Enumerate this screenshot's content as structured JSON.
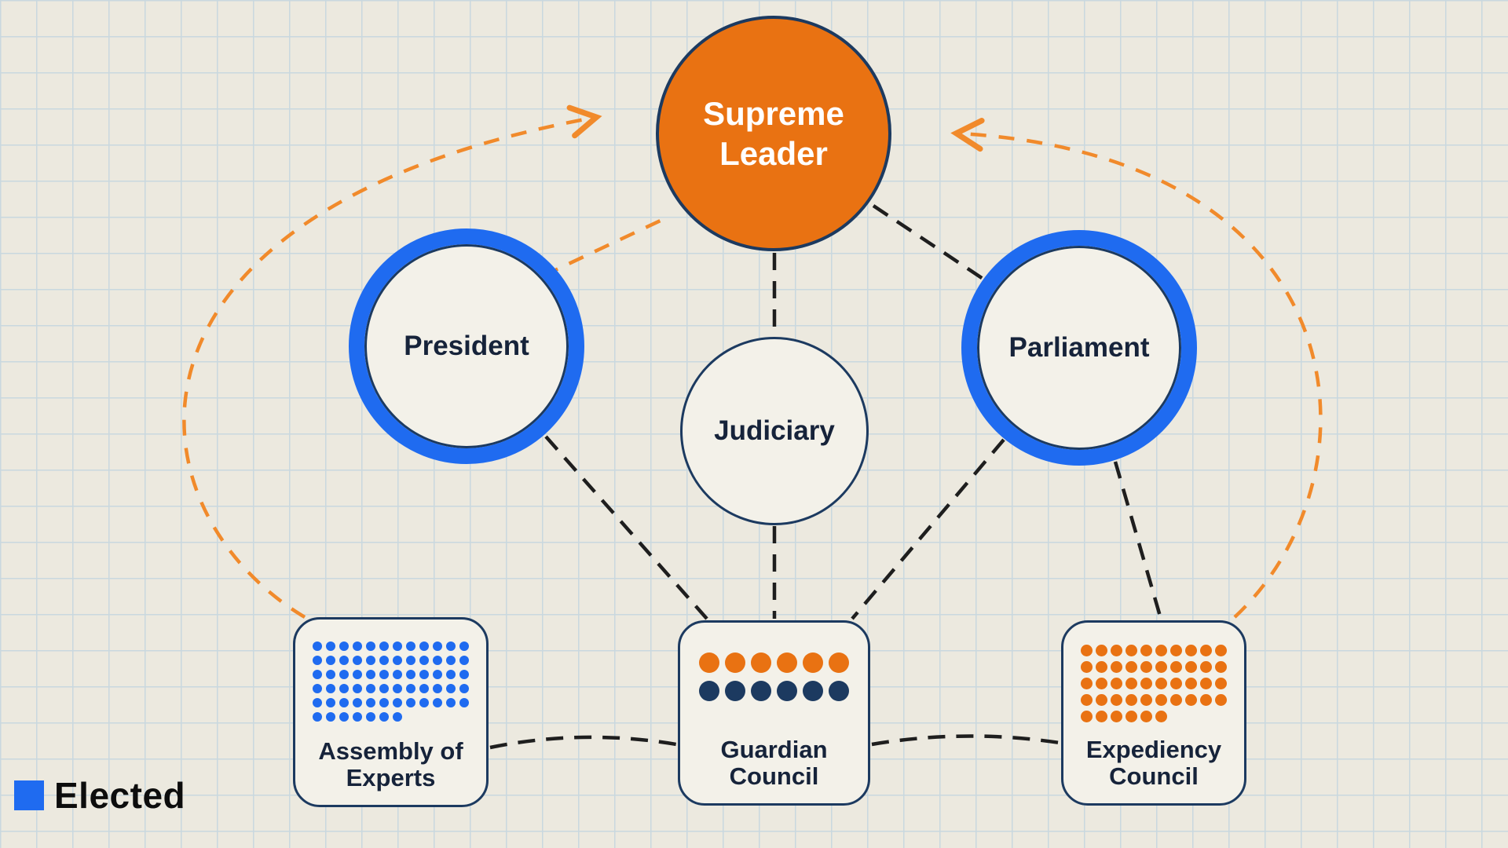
{
  "colors": {
    "orange": "#E97212",
    "orange_arrow": "#F18A2B",
    "blue": "#1F6BF0",
    "navy": "#1C3A60",
    "line_black": "#1E1E1E",
    "background": "#ECE9DF",
    "grid_line": "#C9D8DF",
    "node_fill": "#F3F1E9",
    "text_dark": "#16233A"
  },
  "nodes": {
    "supreme_leader": {
      "line1": "Supreme",
      "line2": "Leader"
    },
    "president": {
      "label": "President"
    },
    "parliament": {
      "label": "Parliament"
    },
    "judiciary": {
      "label": "Judiciary"
    },
    "assembly_of_experts": {
      "line1": "Assembly of",
      "line2": "Experts",
      "dot_rows": [
        {
          "count": 12,
          "color": "#1F6BF0"
        },
        {
          "count": 12,
          "color": "#1F6BF0"
        },
        {
          "count": 12,
          "color": "#1F6BF0"
        },
        {
          "count": 12,
          "color": "#1F6BF0"
        },
        {
          "count": 12,
          "color": "#1F6BF0"
        },
        {
          "count": 7,
          "color": "#1F6BF0"
        }
      ]
    },
    "guardian_council": {
      "line1": "Guardian",
      "line2": "Council",
      "dot_rows": [
        {
          "count": 6,
          "color": "#E97212"
        },
        {
          "count": 6,
          "color": "#1C3A60"
        }
      ]
    },
    "expediency_council": {
      "line1": "Expediency",
      "line2": "Council",
      "dot_rows": [
        {
          "count": 10,
          "color": "#E97212"
        },
        {
          "count": 10,
          "color": "#E97212"
        },
        {
          "count": 10,
          "color": "#E97212"
        },
        {
          "count": 10,
          "color": "#E97212"
        },
        {
          "count": 6,
          "color": "#E97212"
        }
      ]
    }
  },
  "legend": {
    "label": "Elected",
    "swatch_color": "#1F6BF0"
  }
}
